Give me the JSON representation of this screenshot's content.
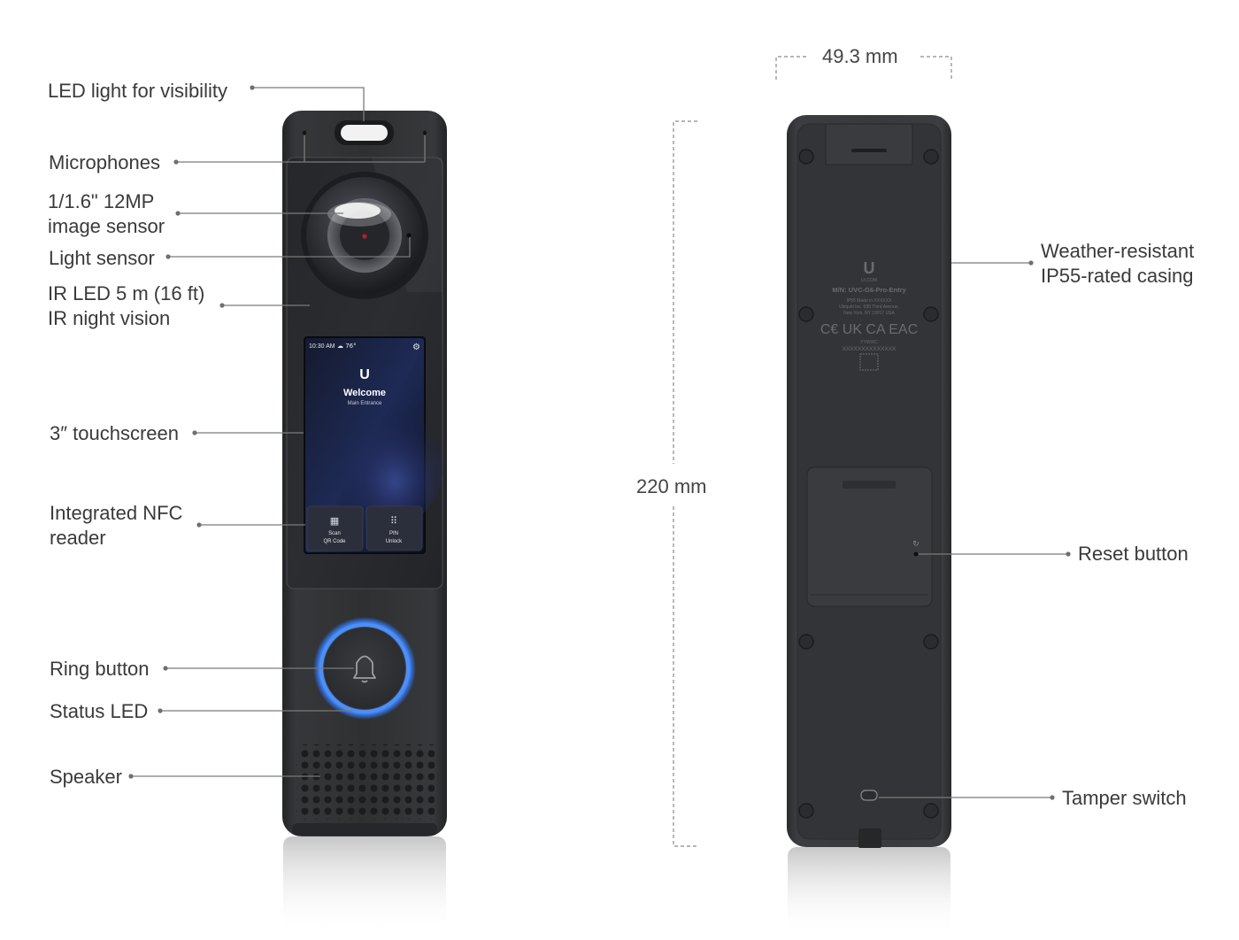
{
  "front_labels": {
    "led_light": "LED light for visibility",
    "microphones": "Microphones",
    "image_sensor": [
      "1/1.6\" 12MP",
      "image sensor"
    ],
    "light_sensor": "Light sensor",
    "ir_led": [
      "IR LED 5 m (16 ft)",
      "IR night vision"
    ],
    "touchscreen": "3″ touchscreen",
    "nfc": [
      "Integrated NFC",
      "reader"
    ],
    "ring_button": "Ring button",
    "status_led": "Status LED",
    "speaker": "Speaker"
  },
  "back_labels": {
    "casing": [
      "Weather-resistant",
      "IP55-rated casing"
    ],
    "reset": "Reset button",
    "tamper": "Tamper switch"
  },
  "dimensions": {
    "width": "49.3 mm",
    "height": "220 mm"
  },
  "screen": {
    "time": "10:30 AM",
    "weather": "☁ 76°",
    "logo": "U",
    "welcome": "Welcome",
    "location": "Main Entrance",
    "btn1": [
      "Scan",
      "QR Code"
    ],
    "btn2": [
      "PIN",
      "Unlock"
    ]
  },
  "back_print": {
    "logo": "U",
    "brand": "UI.COM",
    "model": "M/N: UVC-G6-Pro-Entry",
    "rating": "IP55     Made in XXXXXX",
    "address1": "Ubiquiti Inc. 685 Third Avenue,",
    "address2": "New York, NY 10017 USA",
    "certs": "C€ UK CA EAC",
    "date_code": "YYWWC",
    "serial": "XXXXXXXXXXXXXX"
  },
  "colors": {
    "device_body": "#2e2f31",
    "ring_led": "#3b82f6",
    "text": "#3a3a3a",
    "leader": "#7a7a7a"
  }
}
